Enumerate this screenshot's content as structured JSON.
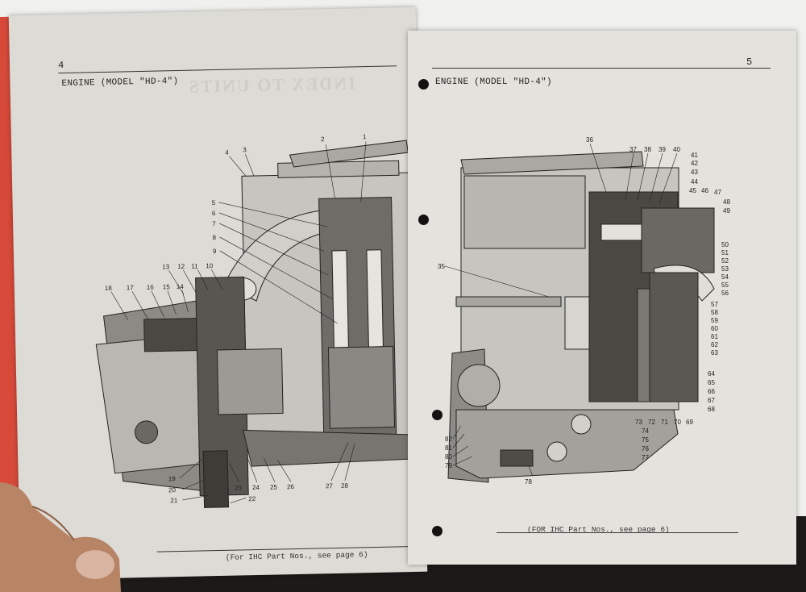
{
  "left_page": {
    "page_number": "4",
    "header": "ENGINE (MODEL \"HD-4\")",
    "ghost_text": "INDEX TO UNITS",
    "footer": "(For IHC Part Nos., see page 6)",
    "callouts": [
      "1",
      "2",
      "3",
      "4",
      "5",
      "6",
      "7",
      "8",
      "9",
      "10",
      "11",
      "12",
      "13",
      "14",
      "15",
      "16",
      "17",
      "18",
      "19",
      "20",
      "21",
      "22",
      "23",
      "24",
      "25",
      "26",
      "27",
      "28"
    ]
  },
  "right_page": {
    "page_number": "5",
    "header": "ENGINE (MODEL \"HD-4\")",
    "footer": "(FOR IHC Part Nos., see page 6)",
    "callouts": [
      "35",
      "36",
      "37",
      "38",
      "39",
      "40",
      "41",
      "42",
      "43",
      "44",
      "45",
      "46",
      "47",
      "48",
      "49",
      "50",
      "51",
      "52",
      "53",
      "54",
      "55",
      "56",
      "57",
      "58",
      "59",
      "60",
      "61",
      "62",
      "63",
      "64",
      "65",
      "66",
      "67",
      "68",
      "69",
      "70",
      "71",
      "72",
      "73",
      "74",
      "75",
      "76",
      "77",
      "78",
      "79",
      "80",
      "81",
      "82"
    ]
  },
  "colors": {
    "paper": "#e3e1dc",
    "ink": "#222222",
    "cover": "#d74a3a"
  }
}
